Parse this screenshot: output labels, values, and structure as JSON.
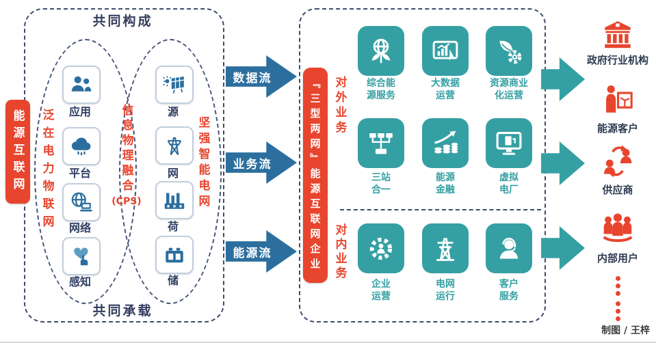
{
  "colors": {
    "red": "#e8452e",
    "blue": "#2c6f9f",
    "teal": "#35a0a3",
    "navy": "#333c5e"
  },
  "left_panel": {
    "title_top": "共同构成",
    "title_bottom": "共同承载",
    "side_label": "能源互联网",
    "iot_label": "泛在电力物联网",
    "cps_label": "信息物理融合",
    "cps_suffix": "(CPS)",
    "grid_label": "坚强智能电网",
    "iot_items": [
      {
        "label": "应用"
      },
      {
        "label": "平台"
      },
      {
        "label": "网络"
      },
      {
        "label": "感知"
      }
    ],
    "grid_items": [
      {
        "label": "源"
      },
      {
        "label": "网"
      },
      {
        "label": "荷"
      },
      {
        "label": "储"
      }
    ]
  },
  "flows": [
    {
      "label": "数据流"
    },
    {
      "label": "业务流"
    },
    {
      "label": "能源流"
    }
  ],
  "center_label": "『三型两网』能源互联网企业",
  "right_panel": {
    "external": {
      "side_label": "对外业务",
      "tiles": [
        {
          "line1": "综合能",
          "line2": "源服务"
        },
        {
          "line1": "大数据",
          "line2": "运营"
        },
        {
          "line1": "资源商业",
          "line2": "化运营"
        },
        {
          "line1": "三站",
          "line2": "合一"
        },
        {
          "line1": "能源",
          "line2": "金融"
        },
        {
          "line1": "虚拟",
          "line2": "电厂"
        }
      ]
    },
    "internal": {
      "side_label": "对内业务",
      "tiles": [
        {
          "line1": "企业",
          "line2": "运营"
        },
        {
          "line1": "电网",
          "line2": "运行"
        },
        {
          "line1": "客户",
          "line2": "服务"
        }
      ]
    }
  },
  "stakeholders": [
    {
      "label": "政府行业机构"
    },
    {
      "label": "能源客户"
    },
    {
      "label": "供应商"
    },
    {
      "label": "内部用户"
    }
  ],
  "credit": "制图 / 王梓"
}
